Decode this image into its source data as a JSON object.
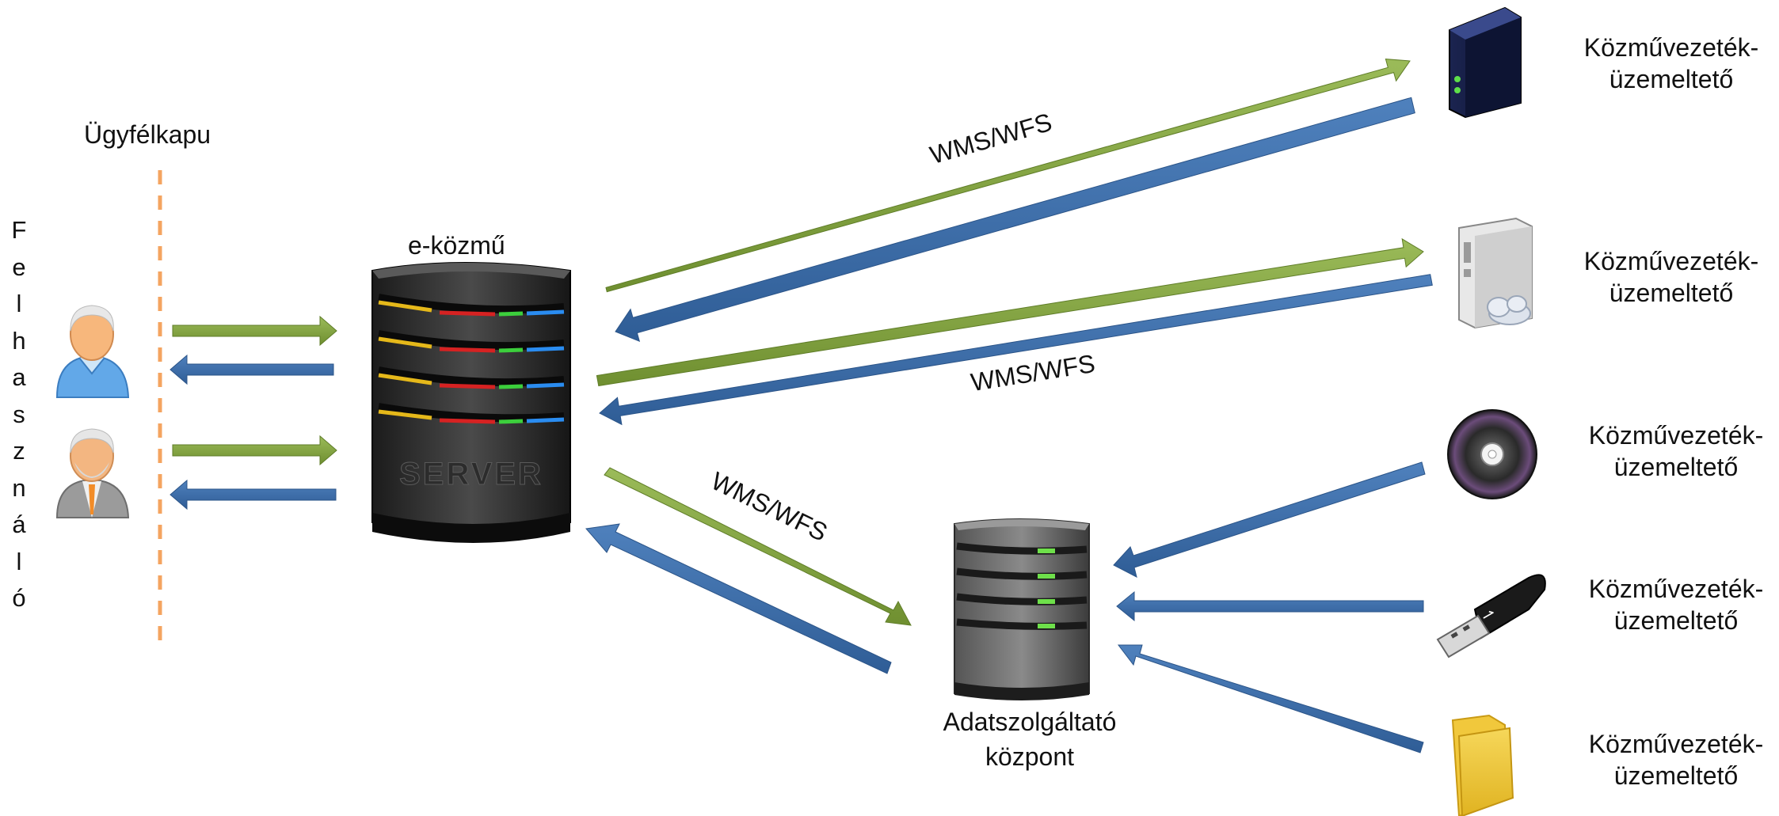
{
  "boundary_label": "Ügyfélkapu",
  "user_label_letters": [
    "F",
    "e",
    "l",
    "h",
    "a",
    "s",
    "z",
    "n",
    "á",
    "l",
    "ó"
  ],
  "hub_label": "e-közmű",
  "hub_server_text": "SERVER",
  "center_label_line1": "Adatszolgáltató",
  "center_label_line2": "központ",
  "protocol_labels": [
    "WMS/WFS",
    "WMS/WFS",
    "WMS/WFS"
  ],
  "operators": [
    {
      "line1": "Közművezeték-",
      "line2": "üzemeltető",
      "icon": "tower-server-icon"
    },
    {
      "line1": "Közművezeték-",
      "line2": "üzemeltető",
      "icon": "cloud-server-icon"
    },
    {
      "line1": "Közművezeték-",
      "line2": "üzemeltető",
      "icon": "cd-disc-icon"
    },
    {
      "line1": "Közművezeték-",
      "line2": "üzemeltető",
      "icon": "usb-drive-icon"
    },
    {
      "line1": "Közművezeték-",
      "line2": "üzemeltető",
      "icon": "folder-icon"
    }
  ],
  "colors": {
    "request_arrow": "#77933c",
    "response_arrow": "#3e6aa6",
    "boundary_line": "#f4a460"
  }
}
